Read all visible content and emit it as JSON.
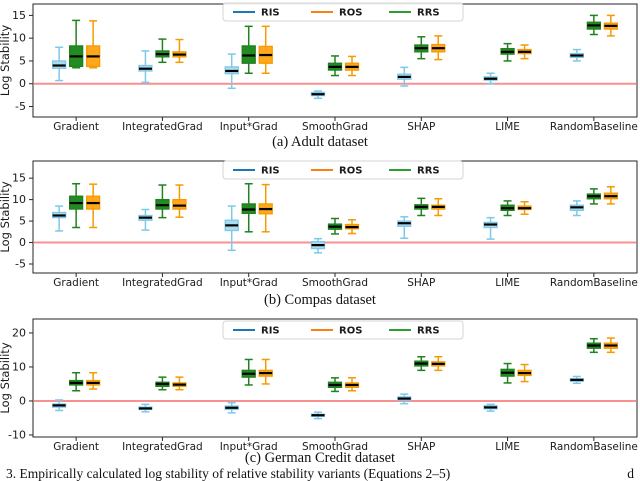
{
  "figure": {
    "bottom_caption_left": "3. Empirically calculated log stability of relative stability variants (Equations 2–5)",
    "bottom_caption_right": "d"
  },
  "legend": {
    "items": [
      {
        "label": "RIS",
        "color": "#1f77b4"
      },
      {
        "label": "ROS",
        "color": "#ff7f0e"
      },
      {
        "label": "RRS",
        "color": "#2ca02c"
      }
    ]
  },
  "colors": {
    "axis": "#262626",
    "zero_line": "#f89090",
    "median": "#000000"
  },
  "chart_data": [
    {
      "type": "boxplot",
      "caption": "(a) Adult dataset",
      "ylabel": "Log Stability",
      "yticks": [
        -5,
        0,
        5,
        10,
        15
      ],
      "ylim": [
        -7.3,
        17.5
      ],
      "zero_line": 0,
      "grid": false,
      "legend_position": "upper center",
      "categories": [
        "Gradient",
        "IntegratedGrad",
        "Input*Grad",
        "SmoothGrad",
        "SHAP",
        "LIME",
        "RandomBaseline"
      ],
      "box_values_format": "[whisker_low, q1, median, q3, whisker_high]",
      "series": [
        {
          "name": "RIS",
          "fill": "#abdcf0",
          "edge": "#7ec8e8",
          "boxes": [
            [
              0.7,
              3.4,
              4.0,
              5.0,
              8.0
            ],
            [
              0.3,
              2.8,
              3.3,
              4.0,
              7.2
            ],
            [
              -1.0,
              2.2,
              2.8,
              3.7,
              6.5
            ],
            [
              -3.2,
              -2.6,
              -2.3,
              -1.9,
              -1.6
            ],
            [
              -0.5,
              1.0,
              1.5,
              2.1,
              3.6
            ],
            [
              0.0,
              0.8,
              1.1,
              1.5,
              2.3
            ],
            [
              5.0,
              5.8,
              6.2,
              6.6,
              7.5
            ]
          ]
        },
        {
          "name": "RRS",
          "fill": "#228b22",
          "edge": "#20821f",
          "boxes": [
            [
              3.5,
              3.8,
              6.0,
              8.3,
              13.9
            ],
            [
              4.7,
              5.9,
              6.5,
              7.2,
              9.8
            ],
            [
              2.3,
              4.5,
              6.2,
              8.3,
              12.6
            ],
            [
              1.8,
              3.0,
              3.7,
              4.5,
              6.1
            ],
            [
              5.5,
              7.0,
              7.8,
              8.5,
              10.3
            ],
            [
              5.0,
              6.5,
              7.0,
              7.7,
              8.8
            ],
            [
              10.8,
              12.0,
              12.8,
              13.5,
              15.0
            ]
          ]
        },
        {
          "name": "ROS",
          "fill": "#ffa81d",
          "edge": "#f59a00",
          "boxes": [
            [
              3.5,
              3.8,
              6.0,
              8.3,
              13.8
            ],
            [
              4.7,
              5.9,
              6.4,
              7.0,
              9.7
            ],
            [
              2.3,
              4.5,
              6.3,
              8.2,
              12.6
            ],
            [
              1.8,
              3.0,
              3.7,
              4.5,
              6.0
            ],
            [
              5.3,
              7.0,
              7.8,
              8.6,
              10.5
            ],
            [
              5.5,
              6.6,
              7.0,
              7.5,
              8.5
            ],
            [
              10.5,
              12.0,
              12.7,
              13.3,
              15.0
            ]
          ]
        }
      ]
    },
    {
      "type": "boxplot",
      "caption": "(b) Compas dataset",
      "ylabel": "Log Stability",
      "yticks": [
        -5,
        0,
        5,
        10,
        15
      ],
      "ylim": [
        -7.1,
        19.0
      ],
      "zero_line": 0,
      "grid": false,
      "legend_position": "upper center",
      "categories": [
        "Gradient",
        "IntegratedGrad",
        "Input*Grad",
        "SmoothGrad",
        "SHAP",
        "LIME",
        "RandomBaseline"
      ],
      "box_values_format": "[whisker_low, q1, median, q3, whisker_high]",
      "series": [
        {
          "name": "RIS",
          "fill": "#abdcf0",
          "edge": "#7ec8e8",
          "boxes": [
            [
              2.7,
              5.8,
              6.3,
              7.0,
              8.5
            ],
            [
              2.9,
              5.2,
              5.8,
              6.3,
              7.7
            ],
            [
              -1.8,
              2.8,
              4.0,
              5.2,
              8.5
            ],
            [
              -2.4,
              -1.4,
              -0.6,
              0.2,
              0.9
            ],
            [
              1.0,
              3.8,
              4.5,
              5.0,
              6.0
            ],
            [
              0.8,
              3.5,
              4.2,
              4.7,
              5.8
            ],
            [
              6.3,
              7.5,
              8.2,
              8.7,
              9.7
            ]
          ]
        },
        {
          "name": "RRS",
          "fill": "#228b22",
          "edge": "#20821f",
          "boxes": [
            [
              3.5,
              7.8,
              9.2,
              10.8,
              13.7
            ],
            [
              5.8,
              7.8,
              8.7,
              10.0,
              13.4
            ],
            [
              2.5,
              6.8,
              7.7,
              9.0,
              13.7
            ],
            [
              2.0,
              3.1,
              3.7,
              4.3,
              5.6
            ],
            [
              6.3,
              7.8,
              8.3,
              8.8,
              10.3
            ],
            [
              6.3,
              7.5,
              8.0,
              8.7,
              9.7
            ],
            [
              9.0,
              10.2,
              10.8,
              11.3,
              12.5
            ]
          ]
        },
        {
          "name": "ROS",
          "fill": "#ffa81d",
          "edge": "#f59a00",
          "boxes": [
            [
              3.5,
              7.8,
              9.2,
              10.8,
              13.6
            ],
            [
              5.9,
              7.8,
              8.6,
              10.0,
              13.4
            ],
            [
              2.5,
              6.7,
              7.8,
              9.0,
              13.5
            ],
            [
              2.1,
              3.2,
              3.6,
              4.2,
              5.3
            ],
            [
              6.3,
              7.8,
              8.3,
              8.7,
              10.2
            ],
            [
              6.6,
              7.7,
              8.0,
              8.5,
              9.5
            ],
            [
              9.0,
              10.2,
              10.8,
              11.5,
              13.0
            ]
          ]
        }
      ]
    },
    {
      "type": "boxplot",
      "caption": "(c) German Credit dataset",
      "ylabel": "Log Stability",
      "yticks": [
        -10,
        0,
        10,
        20
      ],
      "ylim": [
        -10.6,
        24.1
      ],
      "zero_line": 0,
      "grid": false,
      "legend_position": "upper center",
      "categories": [
        "Gradient",
        "IntegratedGrad",
        "Input*Grad",
        "SmoothGrad",
        "SHAP",
        "LIME",
        "RandomBaseline"
      ],
      "box_values_format": "[whisker_low, q1, median, q3, whisker_high]",
      "series": [
        {
          "name": "RIS",
          "fill": "#abdcf0",
          "edge": "#7ec8e8",
          "boxes": [
            [
              -2.8,
              -1.8,
              -1.3,
              -0.9,
              0.3
            ],
            [
              -3.2,
              -2.5,
              -2.2,
              -1.8,
              -1.0
            ],
            [
              -3.5,
              -2.5,
              -2.0,
              -1.5,
              -0.5
            ],
            [
              -5.2,
              -4.5,
              -4.2,
              -3.9,
              -3.3
            ],
            [
              -0.8,
              0.2,
              0.7,
              1.2,
              2.0
            ],
            [
              -3.0,
              -2.3,
              -1.9,
              -1.4,
              -1.0
            ],
            [
              5.2,
              5.8,
              6.2,
              6.5,
              7.2
            ]
          ]
        },
        {
          "name": "RRS",
          "fill": "#228b22",
          "edge": "#20821f",
          "boxes": [
            [
              3.0,
              4.7,
              5.3,
              6.0,
              8.3
            ],
            [
              3.3,
              4.3,
              5.0,
              5.5,
              7.0
            ],
            [
              4.7,
              7.0,
              8.0,
              9.0,
              12.2
            ],
            [
              2.8,
              4.0,
              4.7,
              5.5,
              6.8
            ],
            [
              9.0,
              10.3,
              11.0,
              11.7,
              13.0
            ],
            [
              5.3,
              7.3,
              8.3,
              9.3,
              11.0
            ],
            [
              14.3,
              15.5,
              16.3,
              17.0,
              18.3
            ]
          ]
        },
        {
          "name": "ROS",
          "fill": "#ffa81d",
          "edge": "#f59a00",
          "boxes": [
            [
              3.5,
              4.7,
              5.3,
              6.0,
              8.3
            ],
            [
              3.3,
              4.3,
              4.8,
              5.3,
              7.0
            ],
            [
              5.0,
              7.3,
              8.2,
              9.0,
              12.2
            ],
            [
              3.0,
              4.0,
              4.7,
              5.3,
              6.8
            ],
            [
              9.0,
              10.3,
              10.9,
              11.5,
              13.0
            ],
            [
              5.7,
              7.5,
              8.2,
              9.0,
              10.7
            ],
            [
              14.3,
              15.5,
              16.3,
              17.0,
              18.5
            ]
          ]
        }
      ]
    }
  ]
}
